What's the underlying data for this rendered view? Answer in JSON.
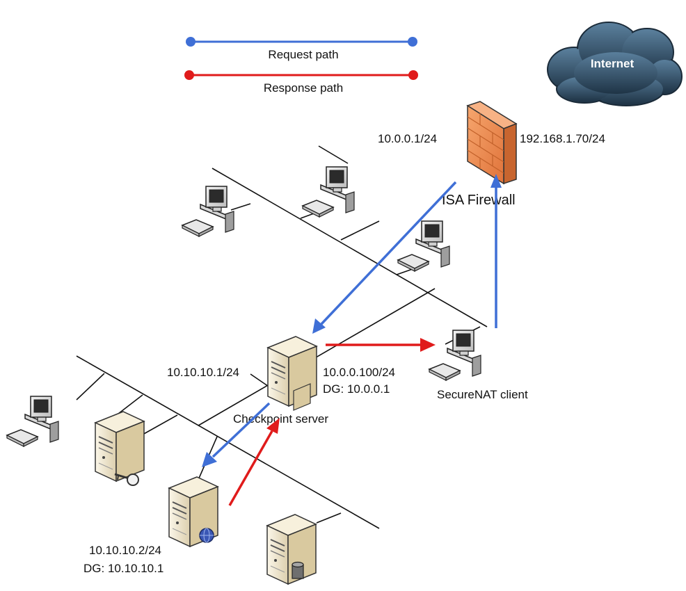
{
  "legend": {
    "request_label": "Request path",
    "response_label": "Response path"
  },
  "labels": {
    "internet": "Internet",
    "isa_internal_ip": "10.0.0.1/24",
    "isa_external_ip": "192.168.1.70/24",
    "isa_firewall": "ISA Firewall",
    "checkpoint_internal_ip": "10.10.10.1/24",
    "checkpoint_external_ip": "10.0.0.100/24",
    "checkpoint_dg": "DG: 10.0.0.1",
    "checkpoint_server": "Checkpoint server",
    "securenat_client": "SecureNAT client",
    "web_server_ip": "10.10.10.2/24",
    "web_server_dg": "DG: 10.10.10.1"
  },
  "colors": {
    "request": "#3f6fd6",
    "response": "#e01b1b",
    "cable": "#111111",
    "firewall": "#f08a4b",
    "cloud": "#2f4d66",
    "server": "#efe6cf"
  },
  "icons": {
    "cloud": "internet-cloud-icon",
    "firewall": "brick-firewall-icon",
    "workstation": "workstation-icon",
    "server": "tower-server-icon",
    "key": "key-icon",
    "globe": "globe-icon",
    "database": "database-icon"
  }
}
